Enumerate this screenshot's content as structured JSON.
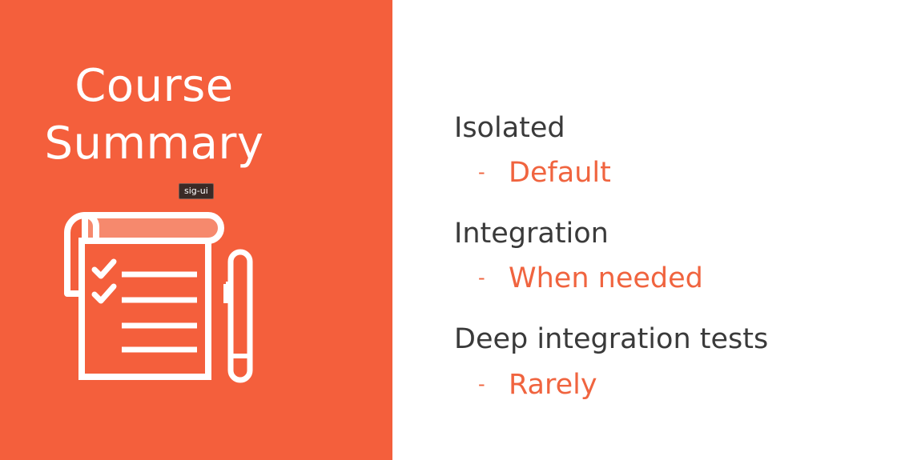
{
  "slide": {
    "title_line1": "Course",
    "title_line2": "Summary",
    "tooltip": "sig-ui",
    "illustration_icon": "checklist-with-pen-icon",
    "items": [
      {
        "heading": "Isolated",
        "dash": "-",
        "detail": "Default"
      },
      {
        "heading": "Integration",
        "dash": "-",
        "detail": "When needed"
      },
      {
        "heading": "Deep integration tests",
        "dash": "-",
        "detail": "Rarely"
      }
    ]
  },
  "colors": {
    "accent": "#f45f3c",
    "heading_text": "#3a3a3a",
    "detail_text": "#f0643f",
    "title_text": "#ffffff"
  }
}
